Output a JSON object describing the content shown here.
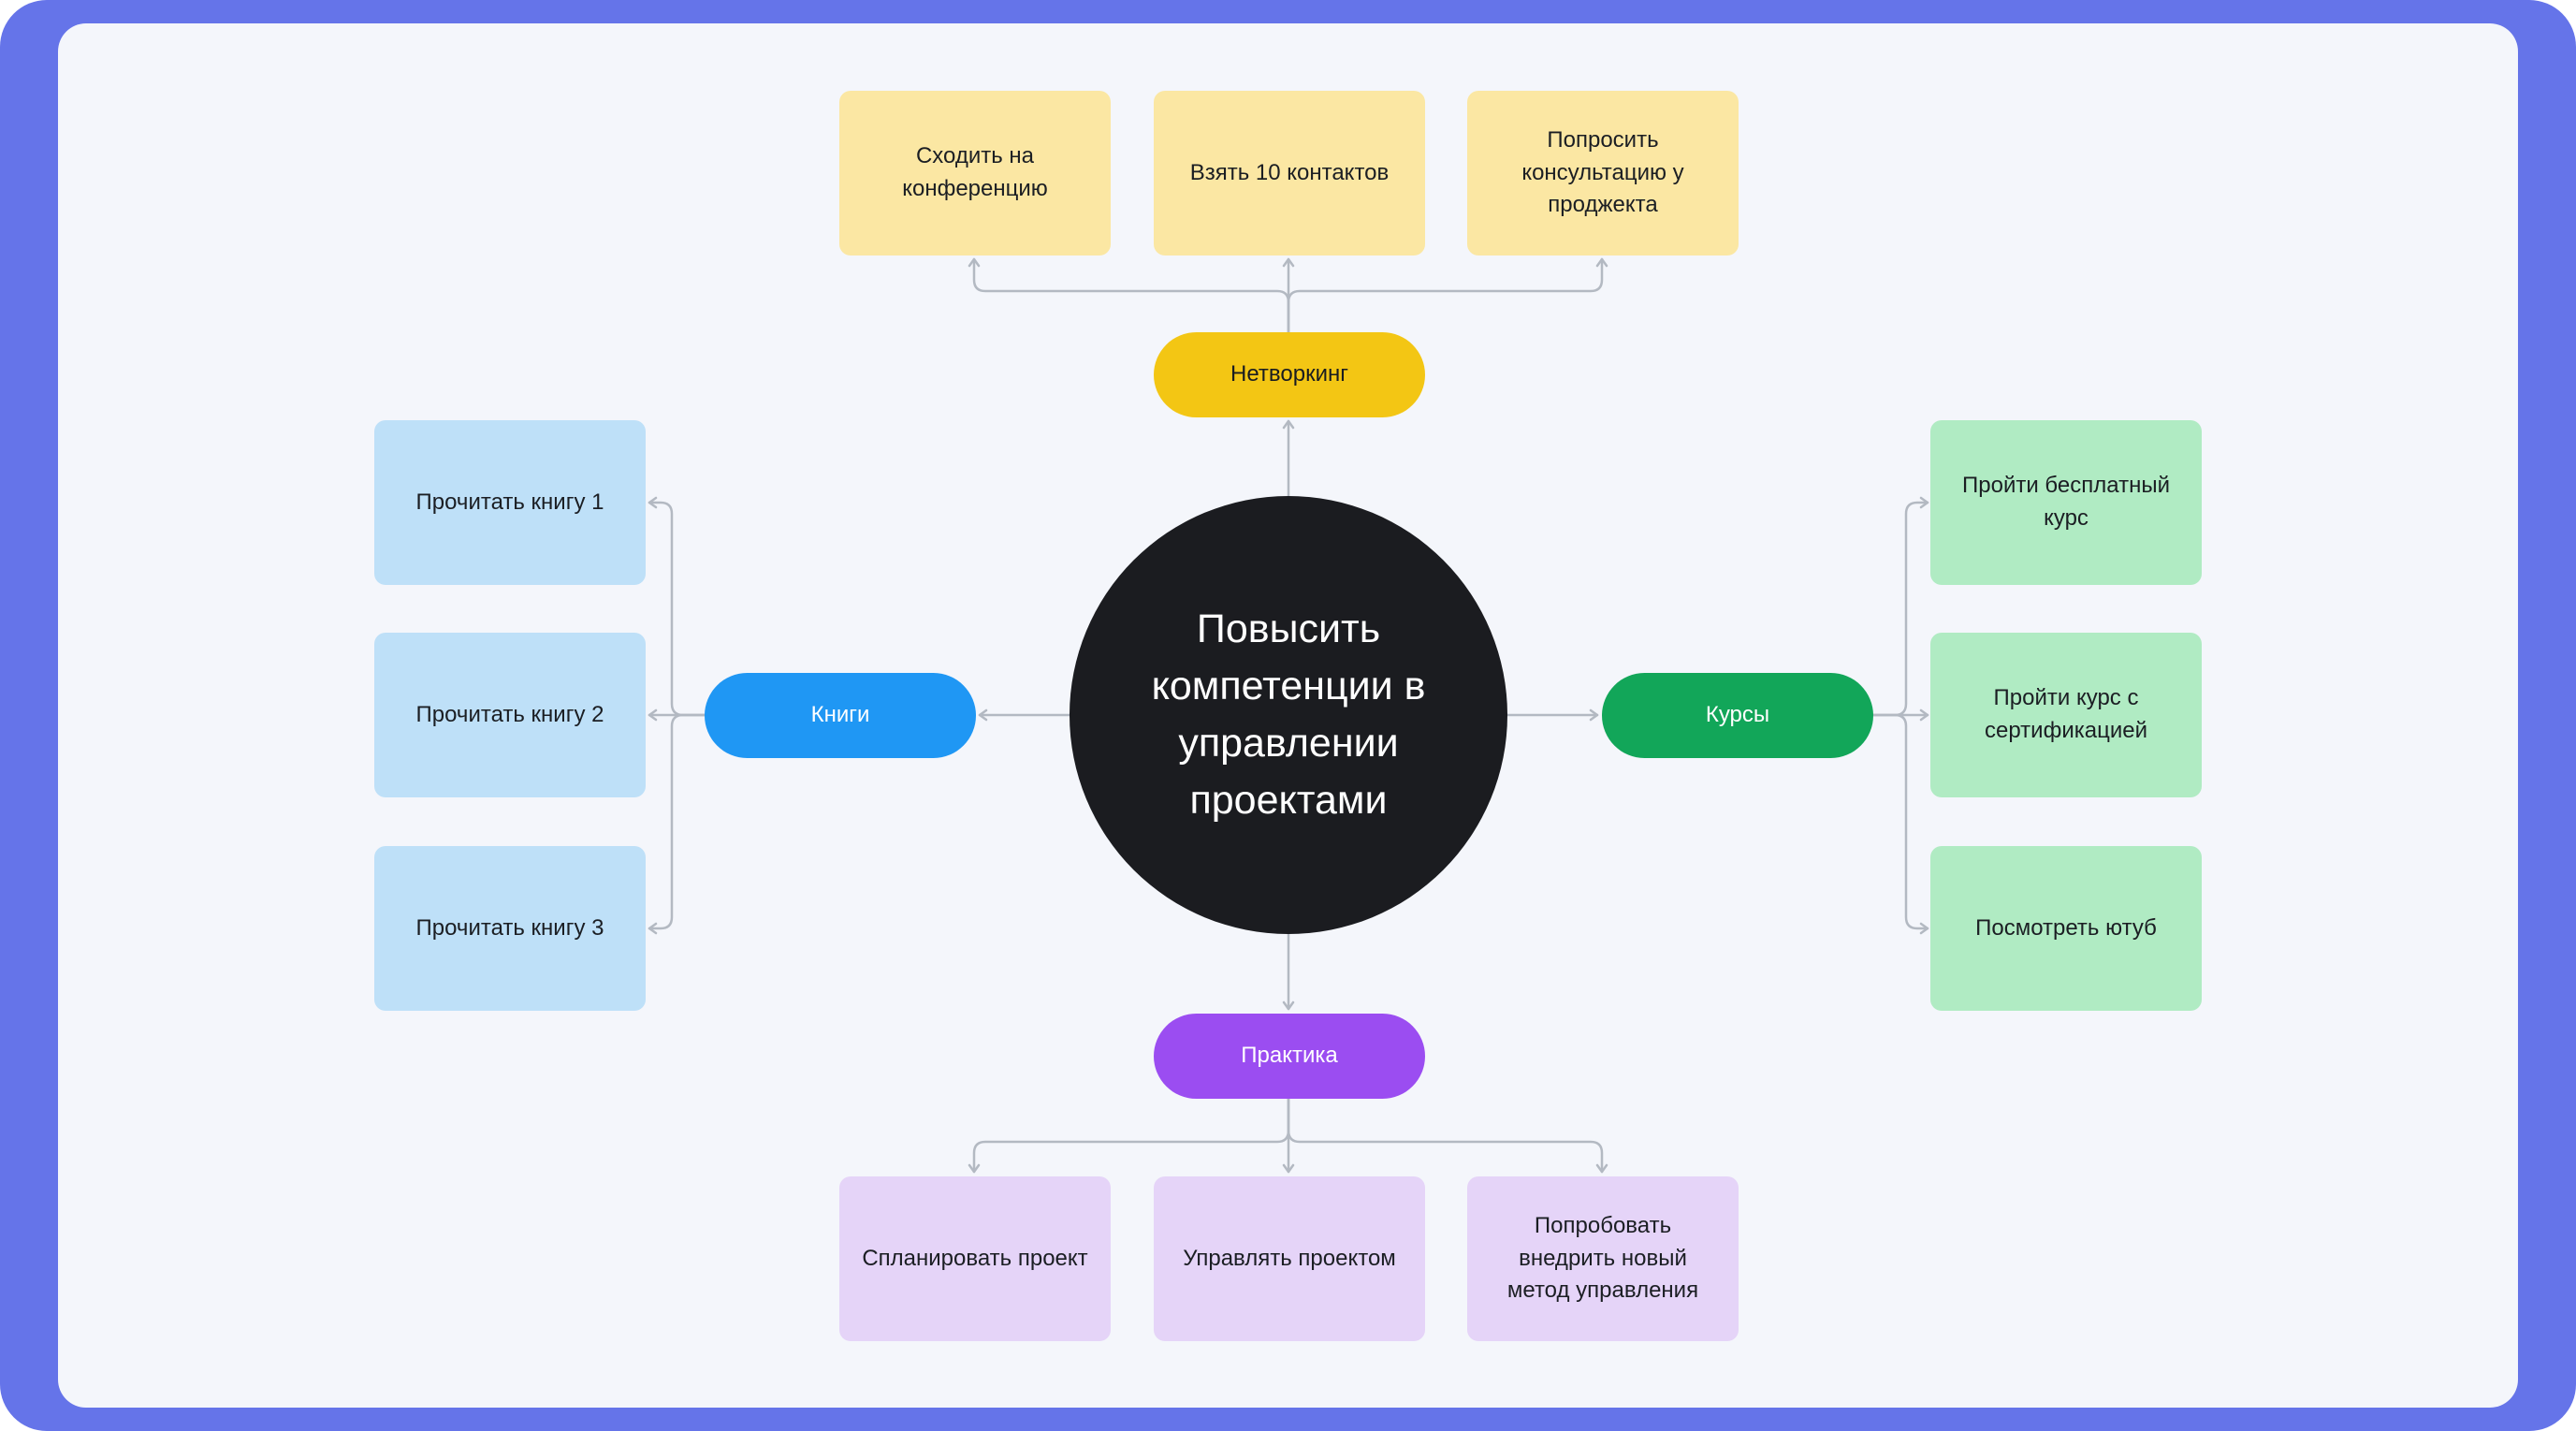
{
  "frame": {
    "background": "#6574e9",
    "canvas": "#f4f6fb"
  },
  "connector_color": "#b3b9c2",
  "central": {
    "label": "Повысить компетенции в управлении проектами",
    "lines": [
      "Повысить",
      "компетенции в",
      "управлении",
      "проектами"
    ],
    "color": "#1b1c20",
    "text_color": "#ffffff"
  },
  "branches": [
    {
      "id": "networking",
      "label": "Нетворкинг",
      "position": "top",
      "pill_color": "#f3c614",
      "pill_text_color": "#1a1d21",
      "card_color": "#fbe7a3",
      "items": [
        "Сходить на конференцию",
        "Взять 10 контактов",
        "Попросить консультацию у проджекта"
      ]
    },
    {
      "id": "books",
      "label": "Книги",
      "position": "left",
      "pill_color": "#1f97f4",
      "pill_text_color": "#ffffff",
      "card_color": "#bee0f8",
      "items": [
        "Прочитать книгу 1",
        "Прочитать книгу 2",
        "Прочитать книгу 3"
      ]
    },
    {
      "id": "courses",
      "label": "Курсы",
      "position": "right",
      "pill_color": "#12a659",
      "pill_text_color": "#ffffff",
      "card_color": "#b0ebc3",
      "items": [
        "Пройти бесплатный курс",
        "Пройти курс с сертификацией",
        "Посмотреть ютуб"
      ]
    },
    {
      "id": "practice",
      "label": "Практика",
      "position": "bottom",
      "pill_color": "#9b4df1",
      "pill_text_color": "#ffffff",
      "card_color": "#e5d4f8",
      "items": [
        "Спланировать проект",
        "Управлять проектом",
        "Попробовать внедрить новый метод управления"
      ]
    }
  ]
}
